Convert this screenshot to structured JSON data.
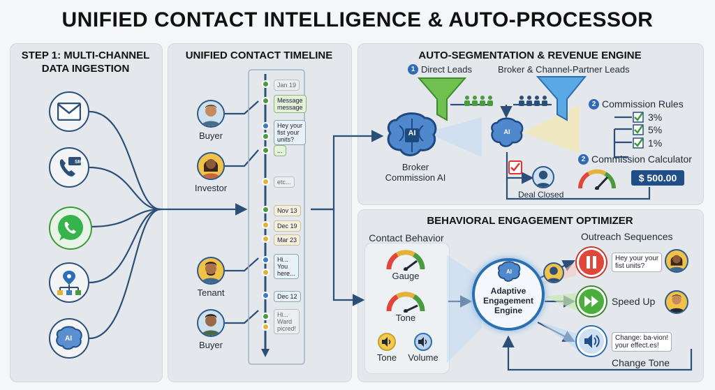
{
  "title": "UNIFIED CONTACT INTELLIGENCE & AUTO-PROCESSOR",
  "step1": {
    "title_line1": "STEP 1: MULTI-CHANNEL",
    "title_line2": "DATA INGESTION",
    "channels": [
      {
        "icon": "email-icon"
      },
      {
        "icon": "sms-phone-icon",
        "text": "SMS"
      },
      {
        "icon": "whatsapp-icon"
      },
      {
        "icon": "location-network-icon"
      },
      {
        "icon": "ai-brain-icon",
        "text": "AI"
      }
    ]
  },
  "timeline": {
    "title": "UNIFIED CONTACT TIMELINE",
    "contacts": [
      "Buyer",
      "Investor",
      "Tenant",
      "Buyer"
    ],
    "entries": {
      "e1": "Jan 19",
      "e2a": "Message",
      "e2b": "message",
      "e3a": "Hey your",
      "e3b": "fist your",
      "e3c": "units?",
      "e4": "...",
      "e5": "etc...",
      "e6": "Nov 13",
      "e7": "Dec 19",
      "e8": "Mar 23",
      "e9a": "Hi...",
      "e9b": "You",
      "e9c": "here...",
      "e10": "Dec 12",
      "e11a": "Hi...",
      "e11b": "Ward",
      "e11c": "picred!"
    }
  },
  "segmentation": {
    "title": "AUTO-SEGMENTATION & REVENUE ENGINE",
    "badge1": "1",
    "direct_leads": "Direct Leads",
    "broker_leads": "Broker & Channel-Partner Leads",
    "ai_text": "AI",
    "broker_ai_line1": "Broker",
    "broker_ai_line2": "Commission AI",
    "badge2": "2",
    "commission_rules": "Commission Rules",
    "rates": [
      "3%",
      "5%",
      "1%"
    ],
    "badge3": "2",
    "commission_calculator": "Commission Calculator",
    "amount": "$ 500.00",
    "deal_closed": "Deal Closed"
  },
  "behavioral": {
    "title": "BEHAVIORAL ENGAGEMENT OPTIMIZER",
    "contact_behavior": "Contact Behavior",
    "gauge": "Gauge",
    "tone": "Tone",
    "tone2": "Tone",
    "volume": "Volume",
    "engine_ai": "AI",
    "engine_line1": "Adaptive",
    "engine_line2": "Engagement",
    "engine_line3": "Engine",
    "outreach": "Outreach Sequences",
    "msg1a": "Hey your your",
    "msg1b": "fist units?",
    "speed_up": "Speed Up",
    "msg2a": "Change: ba-vion!",
    "msg2b": "your effect.es!",
    "change_tone": "Change Tone"
  },
  "colors": {
    "navy": "#2c4f78",
    "green": "#4a9a3e",
    "yellow": "#e1b33a",
    "blue": "#3a7bc4",
    "red": "#e0463a"
  }
}
